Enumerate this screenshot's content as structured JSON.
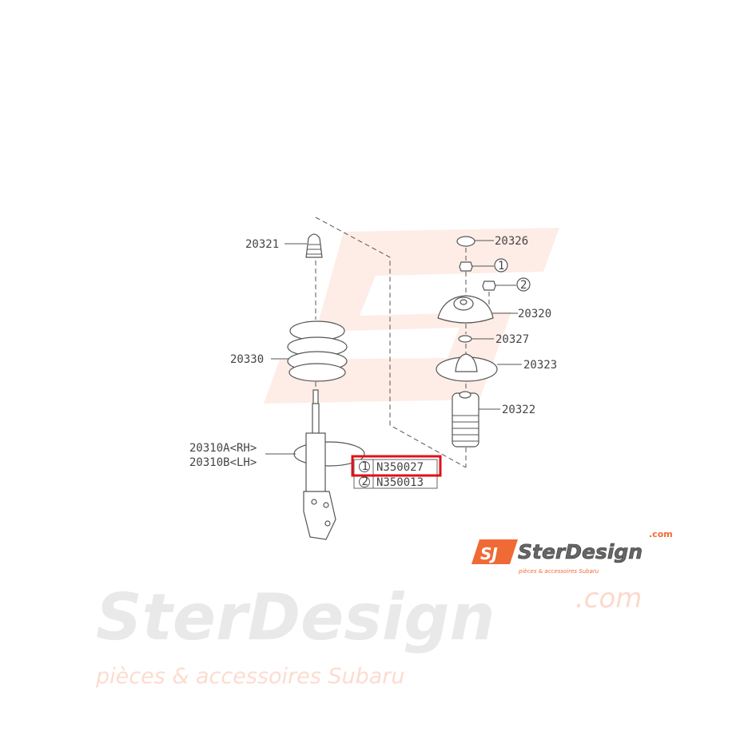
{
  "watermark": {
    "brand": "SterDesign",
    "domain": ".com",
    "tagline": "pièces & accessoires Subaru",
    "logo_letters": "SJ",
    "brand_color": "#f06a35",
    "gray_color": "#e8e8e8"
  },
  "callouts": {
    "bump_stop": "20321",
    "coil_spring": "20330",
    "strut_rh": "20310A<RH>",
    "strut_lh": "20310B<LH>",
    "cap": "20326",
    "mount": "20320",
    "washer": "20327",
    "spring_seat": "20323",
    "boot": "20322",
    "ref1": "1",
    "ref2": "2"
  },
  "legend_table": [
    {
      "ref": "1",
      "part": "N350027",
      "highlighted": true
    },
    {
      "ref": "2",
      "part": "N350013",
      "highlighted": false
    }
  ],
  "highlight_color": "#e0101a"
}
